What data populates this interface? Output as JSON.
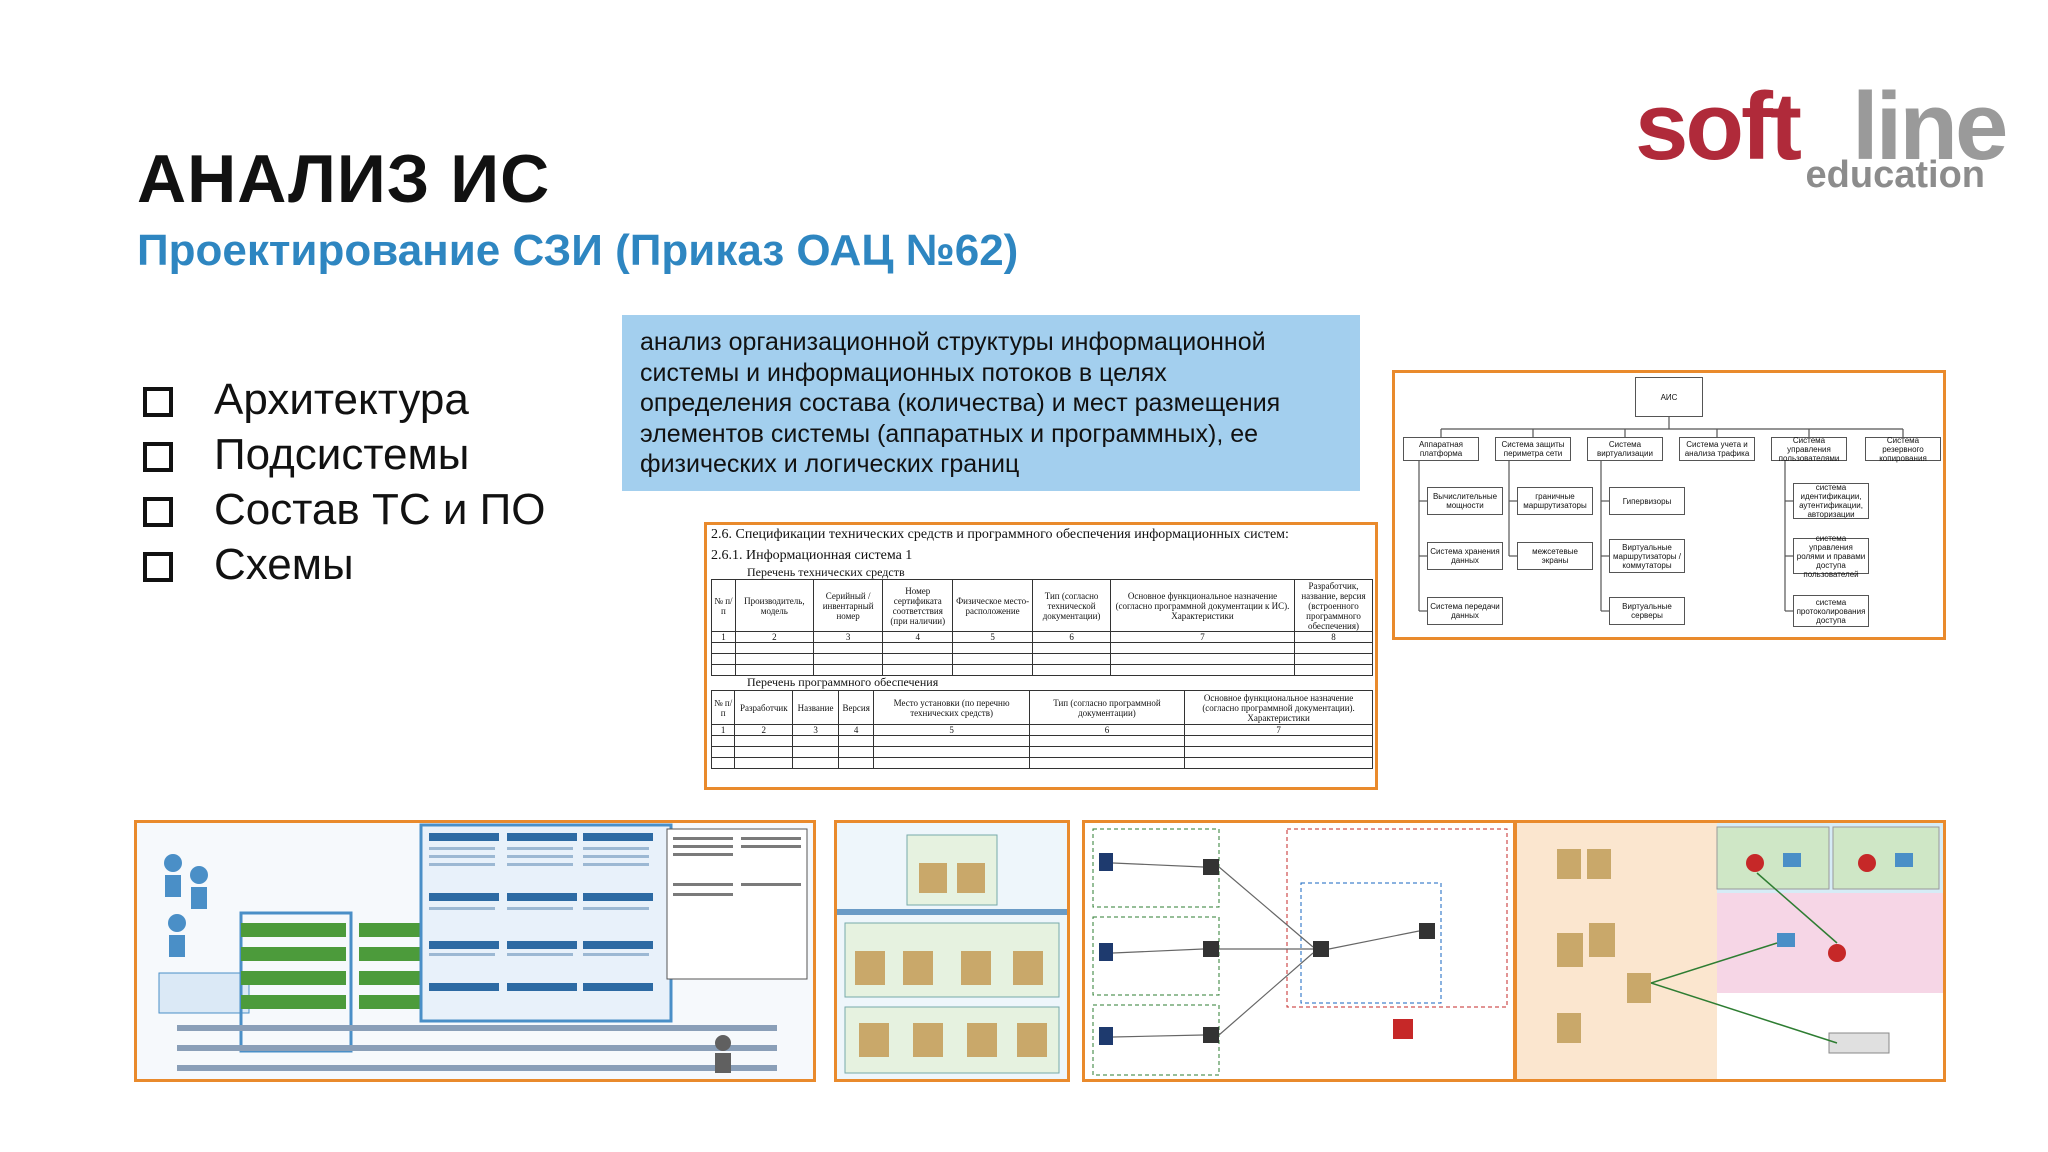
{
  "slide": {
    "title": "АНАЛИЗ ИС",
    "subtitle": "Проектирование СЗИ (Приказ ОАЦ №62)"
  },
  "logo": {
    "word_a": "soft",
    "word_b": "line",
    "word_c": "education",
    "colors": {
      "red": "#b02a3a",
      "gray": "#9a9a9a"
    }
  },
  "bullets": [
    "Архитектура",
    "Подсистемы",
    "Состав ТС и ПО",
    "Схемы"
  ],
  "description": {
    "lines": [
      "анализ организационной структуры информационной",
      "системы и информационных потоков в целях",
      "определения состава (количества) и мест размещения",
      "элементов системы (аппаратных и программных), ее",
      "физических и логических границ"
    ],
    "background": "#a3cfee"
  },
  "spec_doc": {
    "heading": "2.6.     Спецификации технических средств и программного обеспечения информационных систем:",
    "subheading": "2.6.1.  Информационная система 1",
    "hw_caption": "Перечень технических средств",
    "hw_headers": [
      "№ п/п",
      "Производитель, модель",
      "Серийный / инвентарный номер",
      "Номер сертификата соответствия (при наличии)",
      "Физическое место-расположение",
      "Тип (согласно технической документации)",
      "Основное функциональное назначение (согласно программной документации к ИС). Характеристики",
      "Разработчик, название, версия (встроенного программного обеспечения)"
    ],
    "hw_numbers": [
      "1",
      "2",
      "3",
      "4",
      "5",
      "6",
      "7",
      "8"
    ],
    "sw_caption": "Перечень программного обеспечения",
    "sw_headers": [
      "№ п/п",
      "Разработчик",
      "Название",
      "Версия",
      "Место установки (по перечню технических средств)",
      "Тип (согласно программной документации)",
      "Основное функциональное назначение (согласно программной документации). Характеристики"
    ],
    "sw_numbers": [
      "1",
      "2",
      "3",
      "4",
      "5",
      "6",
      "7"
    ]
  },
  "tree": {
    "root": "АИС",
    "level1": [
      "Аппаратная платформа",
      "Система защиты периметра сети",
      "Система виртуализации",
      "Система учета и анализа трафика",
      "Система управления пользователями",
      "Система резервного копирования"
    ],
    "children": [
      [
        "Вычислительные мощности",
        "Система хранения данных",
        "Система передачи данных"
      ],
      [
        "граничные маршрутизаторы",
        "межсетевые экраны"
      ],
      [
        "Гипервизоры",
        "Виртуальные маршрутизаторы / коммутаторы",
        "Виртуальные серверы"
      ],
      [],
      [
        "система идентификации, аутентификации, авторизации",
        "система управления ролями и правами доступа пользователей",
        "система протоколирования доступа"
      ],
      []
    ]
  },
  "panel_color": "#e98a2c"
}
